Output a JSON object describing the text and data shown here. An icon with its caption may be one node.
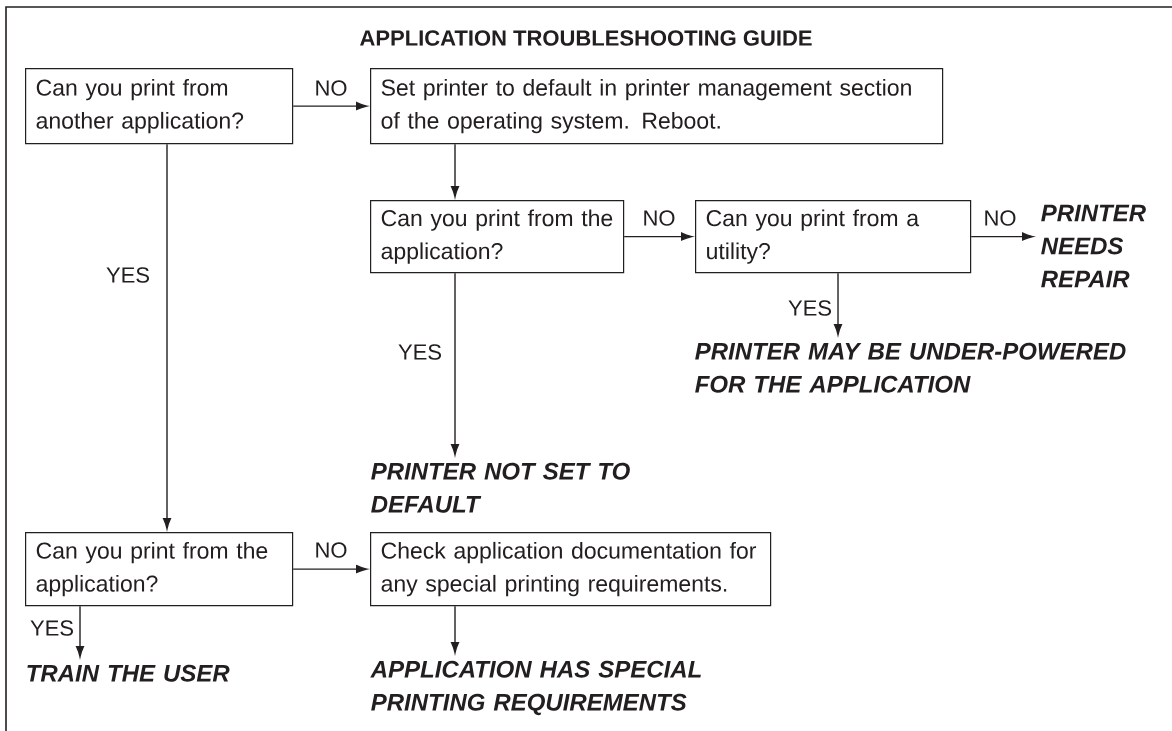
{
  "diagram": {
    "title": "APPLICATION TROUBLESHOOTING GUIDE",
    "nodes": [
      {
        "text": [
          "Can you print from another application?"
        ]
      },
      {
        "text": [
          "Set printer to default in printer management section of the operating system. Reboot."
        ]
      },
      {
        "text": [
          "Can you print from the application?"
        ]
      },
      {
        "text": [
          "Can you print from a utility?"
        ]
      },
      {
        "text": [
          "PRINTER NEEDS REPAIR"
        ]
      },
      {
        "text": [
          "PRINTER MAY BE UNDER-POWERED FOR THE APPLICATION"
        ]
      },
      {
        "text": [
          "PRINTER NOT SET TO DEFAULT"
        ]
      },
      {
        "text": [
          "Can you print from the application?"
        ]
      },
      {
        "text": [
          "Check application documentation for any special printing requirements."
        ]
      },
      {
        "text": [
          "TRAIN THE USER"
        ]
      },
      {
        "text": [
          "APPLICATION HAS SPECIAL PRINTING REQUIREMENTS"
        ]
      }
    ],
    "edges": [
      {
        "from": 0,
        "to": 1,
        "arrow": "to",
        "label": "NO"
      },
      {
        "from": 1,
        "to": 2,
        "arrow": "to"
      },
      {
        "from": 2,
        "to": 3,
        "arrow": "to",
        "label": "NO"
      },
      {
        "from": 3,
        "to": 4,
        "arrow": "to",
        "label": "NO"
      },
      {
        "from": 3,
        "to": 5,
        "arrow": "to",
        "label": "YES"
      },
      {
        "from": 2,
        "to": 6,
        "arrow": "to",
        "label": "YES"
      },
      {
        "from": 0,
        "to": 7,
        "arrow": "to",
        "label": "YES"
      },
      {
        "from": 7,
        "to": 8,
        "arrow": "to",
        "label": "NO"
      },
      {
        "from": 7,
        "to": 9,
        "arrow": "to",
        "label": "YES"
      },
      {
        "from": 8,
        "to": 10,
        "arrow": "to"
      }
    ]
  }
}
